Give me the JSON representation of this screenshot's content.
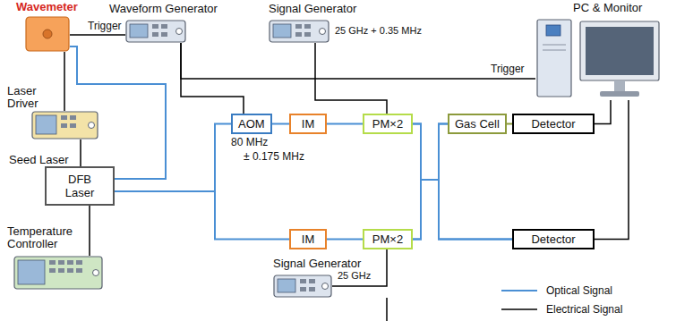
{
  "diagram": {
    "nodes": [
      {
        "text": [
          "Wavemeter"
        ]
      },
      {
        "text": [
          "Waveform Generator"
        ]
      },
      {
        "text": [
          "Signal Generator"
        ]
      },
      {
        "text": [
          "PC & Monitor"
        ]
      },
      {
        "text": [
          "Laser Driver"
        ]
      },
      {
        "text": [
          "Seed Laser",
          "DFB Laser"
        ]
      },
      {
        "text": [
          "Temperature Controller"
        ]
      },
      {
        "text": [
          "AOM"
        ]
      },
      {
        "text": [
          "IM"
        ]
      },
      {
        "text": [
          "PM×2"
        ]
      },
      {
        "text": [
          "Gas Cell"
        ]
      },
      {
        "text": [
          "Detector"
        ]
      },
      {
        "text": [
          "IM"
        ]
      },
      {
        "text": [
          "PM×2"
        ]
      },
      {
        "text": [
          "Detector"
        ]
      },
      {
        "text": [
          "Signal Generator"
        ]
      }
    ],
    "edges": [
      {
        "from": 0,
        "to": 5,
        "arrow": "none"
      },
      {
        "from": 5,
        "to": 7,
        "arrow": "none"
      },
      {
        "from": 5,
        "to": 12,
        "arrow": "none"
      },
      {
        "from": 7,
        "to": 8,
        "arrow": "none"
      },
      {
        "from": 8,
        "to": 9,
        "arrow": "none"
      },
      {
        "from": 9,
        "to": 10,
        "arrow": "none"
      },
      {
        "from": 9,
        "to": 14,
        "arrow": "none"
      },
      {
        "from": 13,
        "to": 10,
        "arrow": "none"
      },
      {
        "from": 13,
        "to": 14,
        "arrow": "none"
      },
      {
        "from": 10,
        "to": 11,
        "arrow": "none"
      },
      {
        "from": 12,
        "to": 13,
        "arrow": "none"
      },
      {
        "from": 1,
        "to": 0,
        "arrow": "none"
      },
      {
        "from": 0,
        "to": 4,
        "arrow": "none"
      },
      {
        "from": 4,
        "to": 5,
        "arrow": "none"
      },
      {
        "from": 6,
        "to": 5,
        "arrow": "none"
      },
      {
        "from": 1,
        "to": 7,
        "arrow": "none"
      },
      {
        "from": 1,
        "to": 3,
        "arrow": "none"
      },
      {
        "from": 2,
        "to": 9,
        "arrow": "none"
      },
      {
        "from": 15,
        "to": 13,
        "arrow": "none"
      },
      {
        "from": 11,
        "to": 3,
        "arrow": "none"
      },
      {
        "from": 14,
        "to": 3,
        "arrow": "none"
      }
    ],
    "labels": [
      "Trigger",
      "Trigger",
      "25 GHz + 0.35 MHz",
      "80 MHz",
      "± 0.175 MHz",
      "25 GHz"
    ],
    "legend": [
      {
        "text": "Optical Signal"
      },
      {
        "text": "Electrical Signal"
      }
    ]
  }
}
